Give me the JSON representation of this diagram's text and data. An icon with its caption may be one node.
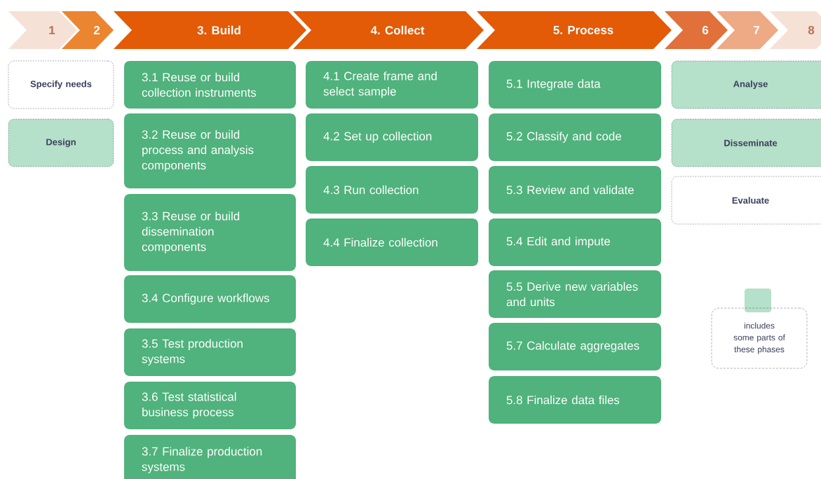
{
  "diagram": {
    "nodes": [
      {
        "text": [
          "1"
        ]
      },
      {
        "text": [
          "2"
        ]
      },
      {
        "text": [
          "3. Build"
        ]
      },
      {
        "text": [
          "4. Collect"
        ]
      },
      {
        "text": [
          "5. Process"
        ]
      },
      {
        "text": [
          "6"
        ]
      },
      {
        "text": [
          "7"
        ]
      },
      {
        "text": [
          "8"
        ]
      },
      {
        "text": [
          "Specify needs"
        ]
      },
      {
        "text": [
          "Design"
        ]
      },
      {
        "text": [
          "3.1 Reuse or build collection instruments"
        ]
      },
      {
        "text": [
          "3.2 Reuse or build process and analysis components"
        ]
      },
      {
        "text": [
          "3.3 Reuse or build dissemination components"
        ]
      },
      {
        "text": [
          "3.4 Configure workflows"
        ]
      },
      {
        "text": [
          "3.5 Test production systems"
        ]
      },
      {
        "text": [
          "3.6 Test statistical business process"
        ]
      },
      {
        "text": [
          "3.7 Finalize production systems"
        ]
      },
      {
        "text": [
          "4.1 Create frame and select sample"
        ]
      },
      {
        "text": [
          "4.2 Set up collection"
        ]
      },
      {
        "text": [
          "4.3 Run collection"
        ]
      },
      {
        "text": [
          "4.4 Finalize collection"
        ]
      },
      {
        "text": [
          "5.1 Integrate data"
        ]
      },
      {
        "text": [
          "5.2 Classify and code"
        ]
      },
      {
        "text": [
          "5.3 Review and validate"
        ]
      },
      {
        "text": [
          "5.4 Edit and impute"
        ]
      },
      {
        "text": [
          "5.5 Derive new variables and units"
        ]
      },
      {
        "text": [
          "5.7 Calculate aggregates"
        ]
      },
      {
        "text": [
          "5.8 Finalize data files"
        ]
      },
      {
        "text": [
          "Analyse"
        ]
      },
      {
        "text": [
          "Disseminate"
        ]
      },
      {
        "text": [
          "Evaluate"
        ]
      }
    ],
    "legend": [
      {
        "text": "includes some parts of these phases",
        "color": "#b5e0c9"
      }
    ]
  }
}
